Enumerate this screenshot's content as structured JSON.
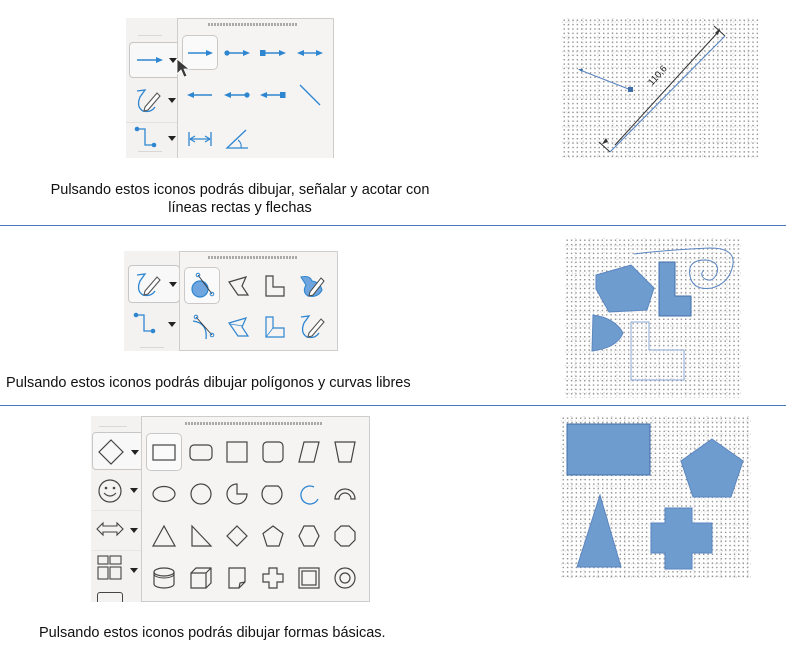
{
  "sections": [
    {
      "id": "lines",
      "caption": "Pulsando estos iconos podrás dibujar, señalar y acotar con líneas rectas y flechas",
      "caption_line1": "Pulsando estos iconos podrás dibujar, señalar y acotar con",
      "caption_line2": "líneas rectas y flechas",
      "toolbar": {
        "side_buttons": [
          "line-arrow-end",
          "freeform-polygon",
          "connector"
        ],
        "palette": [
          [
            "line-ends-with-arrow",
            "line-circle-arrow",
            "line-square-arrow",
            "line-arrows-both"
          ],
          [
            "line-starts-with-arrow",
            "line-arrow-circle",
            "line-arrow-square",
            "line-plain"
          ],
          [
            "dimension-line",
            "angle-measure"
          ]
        ],
        "selected": "line-ends-with-arrow"
      },
      "preview": {
        "dimension_label": "110,6",
        "items": [
          "arrow-line-with-circle",
          "dimension-line",
          "diagonal-line"
        ]
      }
    },
    {
      "id": "polygons",
      "caption": "Pulsando estos iconos podrás dibujar polígonos y curvas libres",
      "toolbar": {
        "side_buttons": [
          "freeform-polygon",
          "connector"
        ],
        "palette": [
          [
            "curve-filled",
            "polygon",
            "polygon-45",
            "freeform-filled"
          ],
          [
            "curve",
            "polygon-filled",
            "polygon-45-filled",
            "freeform-line"
          ]
        ],
        "selected": "curve-filled"
      },
      "preview": {
        "items": [
          "filled-polygon",
          "filled-L-shape",
          "spiral-freeform",
          "filled-curve",
          "outline-L-shape"
        ]
      }
    },
    {
      "id": "basic-shapes",
      "caption": "Pulsando estos iconos podrás dibujar formas básicas.",
      "toolbar": {
        "side_buttons": [
          "basic-shapes-diamond",
          "symbol-shapes-smiley",
          "block-arrows",
          "flowchart"
        ],
        "palette": [
          [
            "rectangle",
            "rectangle-rounded",
            "square",
            "square-rounded",
            "parallelogram",
            "trapezoid"
          ],
          [
            "ellipse",
            "circle",
            "circle-pie",
            "block-arc-diagonal",
            "arc",
            "block-arc"
          ],
          [
            "isosceles-triangle",
            "right-triangle",
            "diamond",
            "pentagon",
            "hexagon",
            "octagon"
          ],
          [
            "cylinder",
            "cube",
            "folded-corner",
            "cross",
            "frame",
            "ring"
          ]
        ],
        "selected": "rectangle"
      },
      "preview": {
        "items": [
          "filled-rectangle",
          "filled-pentagon",
          "filled-triangle",
          "filled-cross"
        ]
      }
    }
  ],
  "colors": {
    "icon_blue": "#2f86d0",
    "shape_fill": "#6f9ccf",
    "shape_stroke": "#3f6ea8",
    "divider": "#4a78b8",
    "panel_bg": "#f3f2f1"
  }
}
